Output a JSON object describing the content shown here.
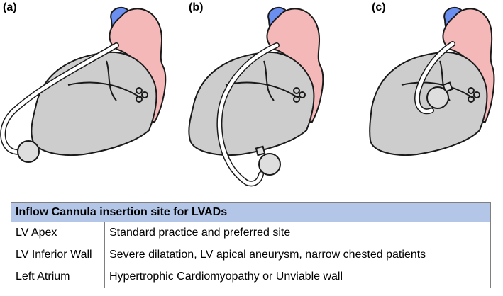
{
  "panels": [
    {
      "label": "(a)",
      "placement": "LV Apex"
    },
    {
      "label": "(b)",
      "placement": "LV Inferior Wall"
    },
    {
      "label": "(c)",
      "placement": "Left Atrium"
    }
  ],
  "colors": {
    "ventricle": "#cdcdcd",
    "atrium": "#f4b8b8",
    "vessel": "#6b8ff0",
    "pump": "#dedede",
    "outline": "#1a1a1a",
    "table_header": "#b4c6e7"
  },
  "table": {
    "title": "Inflow Cannula insertion site for LVADs",
    "rows": [
      {
        "site": "LV Apex",
        "indication": "Standard practice and preferred site"
      },
      {
        "site": "LV Inferior Wall",
        "indication": "Severe dilatation, LV apical aneurysm, narrow chested patients"
      },
      {
        "site": "Left Atrium",
        "indication": "Hypertrophic Cardiomyopathy or Unviable wall"
      }
    ]
  }
}
